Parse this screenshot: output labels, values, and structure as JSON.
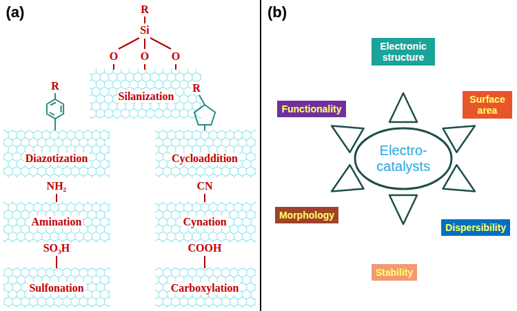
{
  "diagram": {
    "nodes": [
      {
        "text": [
          "Electronic structure"
        ]
      },
      {
        "text": [
          "Functionality"
        ]
      },
      {
        "text": [
          "Surface area"
        ]
      },
      {
        "text": [
          "Electro- catalysts"
        ]
      },
      {
        "text": [
          "Morphology"
        ]
      },
      {
        "text": [
          "Dispersibility"
        ]
      },
      {
        "text": [
          "Stability"
        ]
      }
    ],
    "labels": [
      "(a)",
      "(b)",
      "R",
      "Si",
      "O",
      "O",
      "O",
      "Silanization",
      "R",
      "Diazotization",
      "R",
      "Cycloaddition",
      "NH₂",
      "Amination",
      "CN",
      "Cynation",
      "SO₃H",
      "Sulfonation",
      "COOH",
      "Carboxylation"
    ]
  }
}
